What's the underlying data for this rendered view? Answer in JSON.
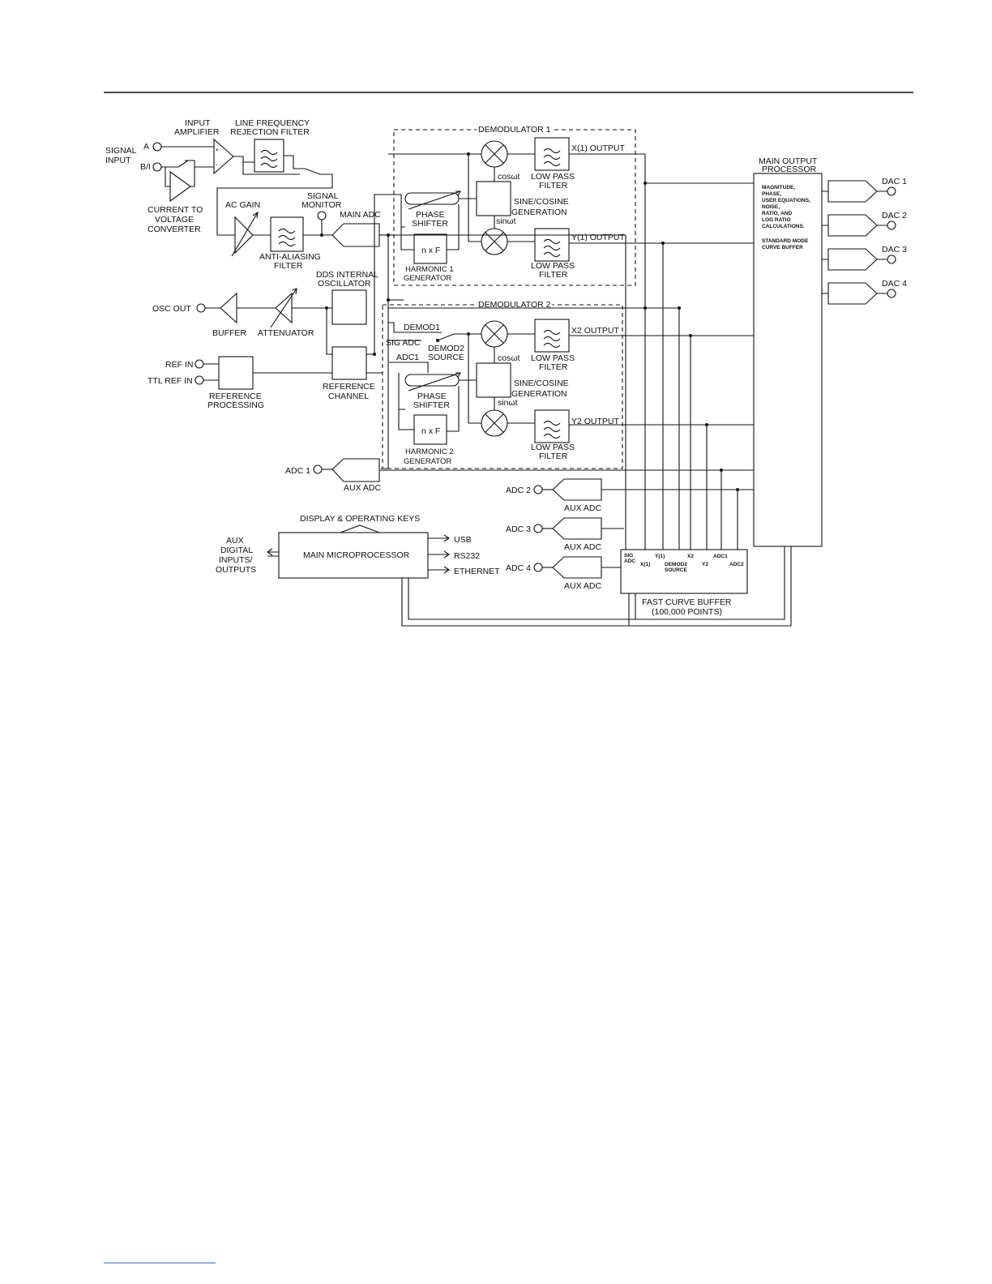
{
  "labels": {
    "signal_input": [
      "SIGNAL",
      "INPUT"
    ],
    "input_a": "A",
    "input_bi": "B/I",
    "input_amplifier": [
      "INPUT",
      "AMPLIFIER"
    ],
    "line_filter": [
      "LINE FREQUENCY",
      "REJECTION FILTER"
    ],
    "current_converter": [
      "CURRENT TO",
      "VOLTAGE",
      "CONVERTER"
    ],
    "ac_gain": "AC GAIN",
    "signal_monitor": [
      "SIGNAL",
      "MONITOR"
    ],
    "main_adc": "MAIN ADC",
    "anti_aliasing": [
      "ANTI-ALIASING",
      "FILTER"
    ],
    "dds_oscillator": [
      "DDS INTERNAL",
      "OSCILLATOR"
    ],
    "osc_out": "OSC OUT",
    "buffer": "BUFFER",
    "attenuator": "ATTENUATOR",
    "ref_in": "REF IN",
    "ttl_ref_in": "TTL REF IN",
    "reference_processing": [
      "REFERENCE",
      "PROCESSING"
    ],
    "reference_channel": [
      "REFERENCE",
      "CHANNEL"
    ],
    "adc1": "ADC 1",
    "aux_adc": "AUX ADC",
    "adc2": "ADC 2",
    "adc3": "ADC 3",
    "adc4": "ADC 4",
    "display_keys": "DISPLAY & OPERATING KEYS",
    "aux_digital": [
      "AUX",
      "DIGITAL",
      "INPUTS/",
      "OUTPUTS"
    ],
    "main_microprocessor": "MAIN MICROPROCESSOR",
    "usb": "USB",
    "rs232": "RS232",
    "ethernet": "ETHERNET",
    "fast_curve_buffer": [
      "FAST CURVE BUFFER",
      "(100,000 POINTS)"
    ],
    "main_output_processor": [
      "MAIN OUTPUT",
      "PROCESSOR"
    ],
    "processor_notes": [
      "MAGNITUDE,",
      "PHASE,",
      "USER EQUATIONS,",
      "NOISE,",
      "RATIO, AND",
      "LOG RATIO",
      "CALCULATIONS."
    ],
    "processor_notes2": [
      "STANDARD MODE",
      "CURVE BUFFER"
    ],
    "dac1": "DAC 1",
    "dac2": "DAC 2",
    "dac3": "DAC 3",
    "dac4": "DAC 4",
    "fcb_inputs": {
      "sig_adc": [
        "SIG",
        "ADC"
      ],
      "x1": "X(1)",
      "y1": "Y(1)",
      "demod2_source": [
        "DEMOD2",
        "SOURCE"
      ],
      "x2": "X2",
      "y2": "Y2",
      "adc1": "ADC1",
      "adc2": "ADC2"
    }
  },
  "demod1": {
    "title": "DEMODULATOR 1",
    "x_output": "X(1) OUTPUT",
    "y_output": "Y(1) OUTPUT",
    "cos": "cosωt",
    "sin": "sinωt",
    "sine_cosine": [
      "SINE/COSINE",
      "GENERATION"
    ],
    "phase_shifter": [
      "PHASE",
      "SHIFTER"
    ],
    "harmonic_block": "n x F",
    "harmonic_gen": [
      "HARMONIC 1",
      "GENERATOR"
    ],
    "low_pass": [
      "LOW PASS",
      "FILTER"
    ]
  },
  "demod2": {
    "title": "DEMODULATOR 2",
    "x_output": "X2 OUTPUT",
    "y_output": "Y2 OUTPUT",
    "cos": "cosωt",
    "sin": "sinωt",
    "sine_cosine": [
      "SINE/COSINE",
      "GENERATION"
    ],
    "phase_shifter": [
      "PHASE",
      "SHIFTER"
    ],
    "harmonic_block": "n x F",
    "harmonic_gen": [
      "HARMONIC 2",
      "GENERATOR"
    ],
    "low_pass": [
      "LOW PASS",
      "FILTER"
    ],
    "demod1_src": "DEMOD1",
    "sig_adc_src": "SIG ADC",
    "adc1_src": "ADC1",
    "source_label": [
      "DEMOD2",
      "SOURCE"
    ]
  }
}
